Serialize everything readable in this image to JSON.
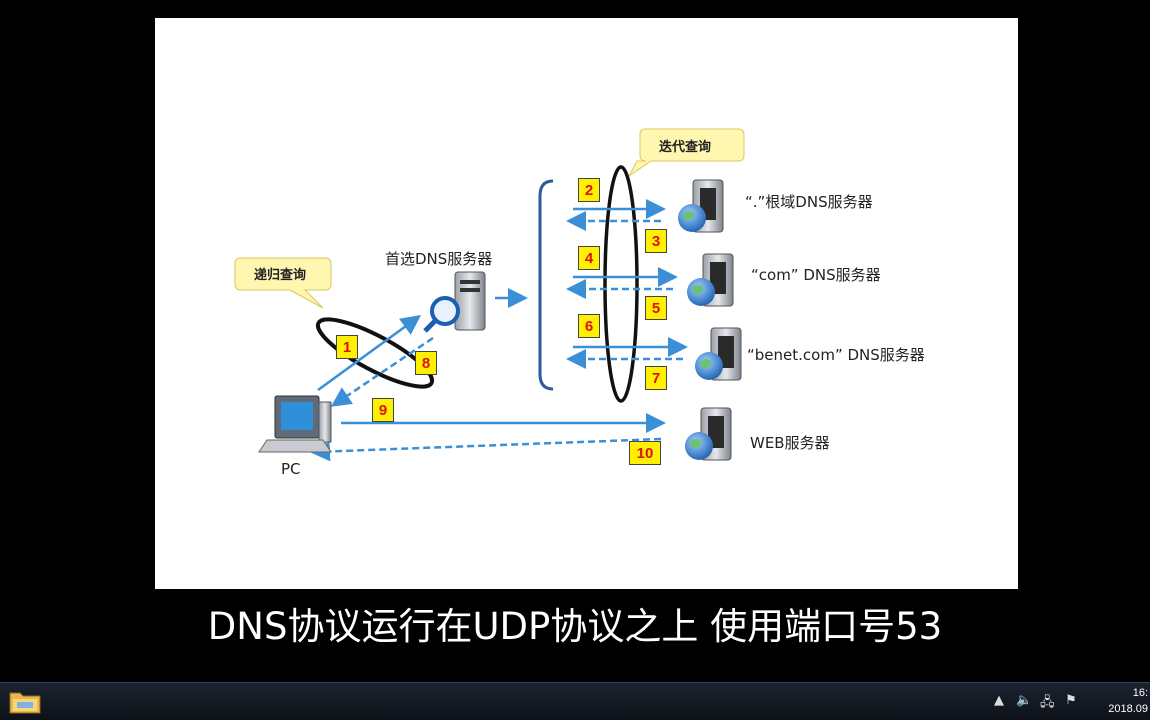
{
  "diagram": {
    "labels": {
      "preferred_dns": "首选DNS服务器",
      "root_dns": "“.”根域DNS服务器",
      "com_dns": "“com” DNS服务器",
      "benet_dns": "“benet.com” DNS服务器",
      "web_server": "WEB服务器",
      "pc": "PC"
    },
    "callouts": {
      "recursive": "递归查询",
      "iterative": "迭代查询"
    },
    "steps": [
      "1",
      "2",
      "3",
      "4",
      "5",
      "6",
      "7",
      "8",
      "9",
      "10"
    ]
  },
  "subtitle": "DNS协议运行在UDP协议之上 使用端口号53",
  "taskbar": {
    "clock_time": "16:",
    "clock_date": "2018.09"
  },
  "colors": {
    "arrow": "#3a8fd6",
    "step_bg": "#ffef00",
    "step_text": "#e01010",
    "callout_bg": "#fff6b0"
  }
}
